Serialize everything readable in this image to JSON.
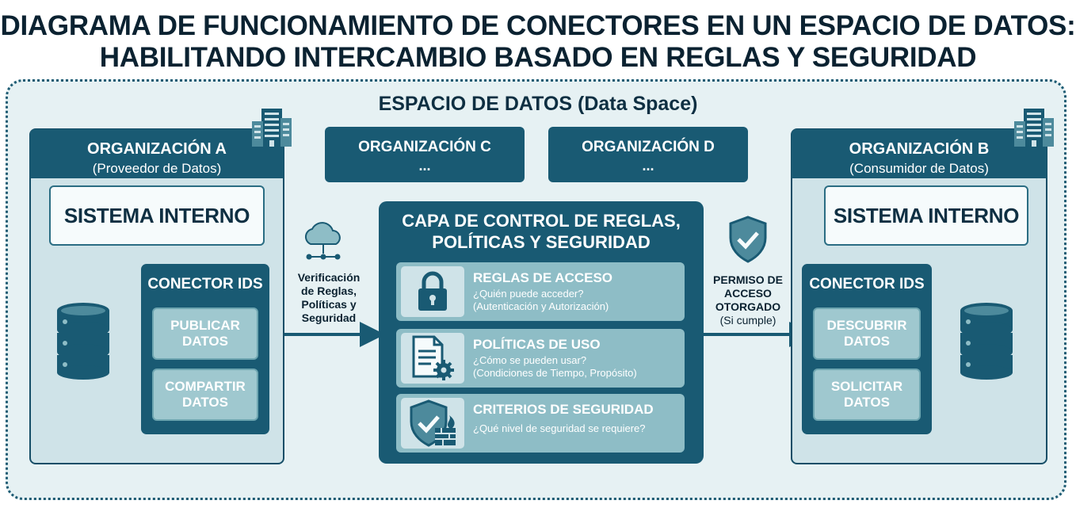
{
  "title": {
    "line1": "DIAGRAMA DE FUNCIONAMIENTO DE CONECTORES EN UN ESPACIO DE DATOS:",
    "line2": "HABILITANDO INTERCAMBIO BASADO EN REGLAS Y SEGURIDAD"
  },
  "data_space": {
    "label": "ESPACIO DE DATOS (Data Space)"
  },
  "org_a": {
    "name": "ORGANIZACIÓN A",
    "role": "(Proveedor de Datos)",
    "internal_system": "SISTEMA INTERNO",
    "connector": {
      "title": "CONECTOR IDS",
      "actions": [
        "PUBLICAR\nDATOS",
        "COMPARTIR\nDATOS"
      ]
    }
  },
  "org_b": {
    "name": "ORGANIZACIÓN B",
    "role": "(Consumidor de Datos)",
    "internal_system": "SISTEMA INTERNO",
    "connector": {
      "title": "CONECTOR IDS",
      "actions": [
        "DESCUBRIR\nDATOS",
        "SOLICITAR\nDATOS"
      ]
    }
  },
  "org_c": {
    "name": "ORGANIZACIÓN C",
    "ellipsis": "..."
  },
  "org_d": {
    "name": "ORGANIZACIÓN D",
    "ellipsis": "..."
  },
  "control_layer": {
    "title_line1": "CAPA DE CONTROL DE REGLAS,",
    "title_line2": "POLÍTICAS Y SEGURIDAD",
    "rules": [
      {
        "title": "REGLAS DE ACCESO",
        "line1": "¿Quién puede acceder?",
        "line2": "(Autenticación y Autorización)",
        "icon": "lock-icon"
      },
      {
        "title": "POLÍTICAS DE USO",
        "line1": "¿Cómo se pueden usar?",
        "line2": "(Condiciones de Tiempo, Propósito)",
        "icon": "document-gear-icon"
      },
      {
        "title": "CRITERIOS DE SEGURIDAD",
        "line1": "¿Qué nivel de seguridad se requiere?",
        "line2": "",
        "icon": "shield-firewall-icon"
      }
    ]
  },
  "verification": {
    "lines": [
      "Verificación",
      "de Reglas,",
      "Políticas y",
      "Seguridad"
    ],
    "icon": "cloud-network-icon"
  },
  "permission": {
    "lines": [
      "PERMISO DE",
      "ACCESO",
      "OTORGADO"
    ],
    "note": "(Si cumple)",
    "icon": "shield-check-icon"
  },
  "colors": {
    "primary": "#195a73",
    "panel": "#cfe3e8",
    "button": "#9fc8cf",
    "background": "#e6f1f3"
  }
}
